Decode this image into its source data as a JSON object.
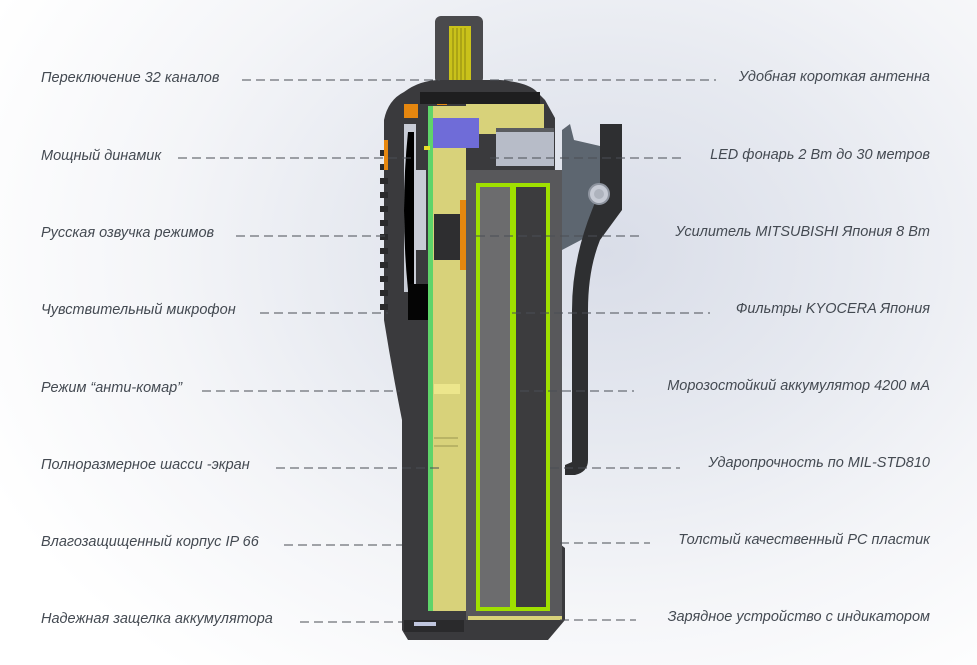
{
  "diagram": {
    "subject": "radio-transceiver-cross-section",
    "colors": {
      "body": "#3a3a3d",
      "body_dark": "#2a2a2c",
      "board": "#d8d27a",
      "board_edge": "#5fd46a",
      "battery_cell": "#4a4a4c",
      "battery_outline": "#9fe000",
      "chip": "#6f6cd8",
      "orange_part": "#e6870f",
      "metal": "#b7bcc8",
      "clip": "#2e2f31",
      "leader": "#4a4e55",
      "text": "#444a52"
    },
    "left_labels": [
      {
        "text": "Переключение 32 каналов"
      },
      {
        "text": "Мощный динамик"
      },
      {
        "text": "Русская озвучка режимов"
      },
      {
        "text": "Чувствительный микрофон"
      },
      {
        "text": "Режим “анти-комар”"
      },
      {
        "text": "Полноразмерное шасси -экран"
      },
      {
        "text": "Влагозащищенный корпус IP 66"
      },
      {
        "text": "Надежная защелка аккумулятора"
      }
    ],
    "right_labels": [
      {
        "text": "Удобная короткая антенна"
      },
      {
        "text": "LED фонарь 2 Вт до 30 метров"
      },
      {
        "text": "Усилитель MITSUBISHI Япония 8 Вт"
      },
      {
        "text": "Фильтры KYOCERA Япония"
      },
      {
        "text": "Морозостойкий аккумулятор 4200 мА"
      },
      {
        "text": "Ударопрочность по MIL-STD810"
      },
      {
        "text": "Толстый качественный PC пластик"
      },
      {
        "text": "Зарядное устройство с индикатором"
      }
    ]
  }
}
